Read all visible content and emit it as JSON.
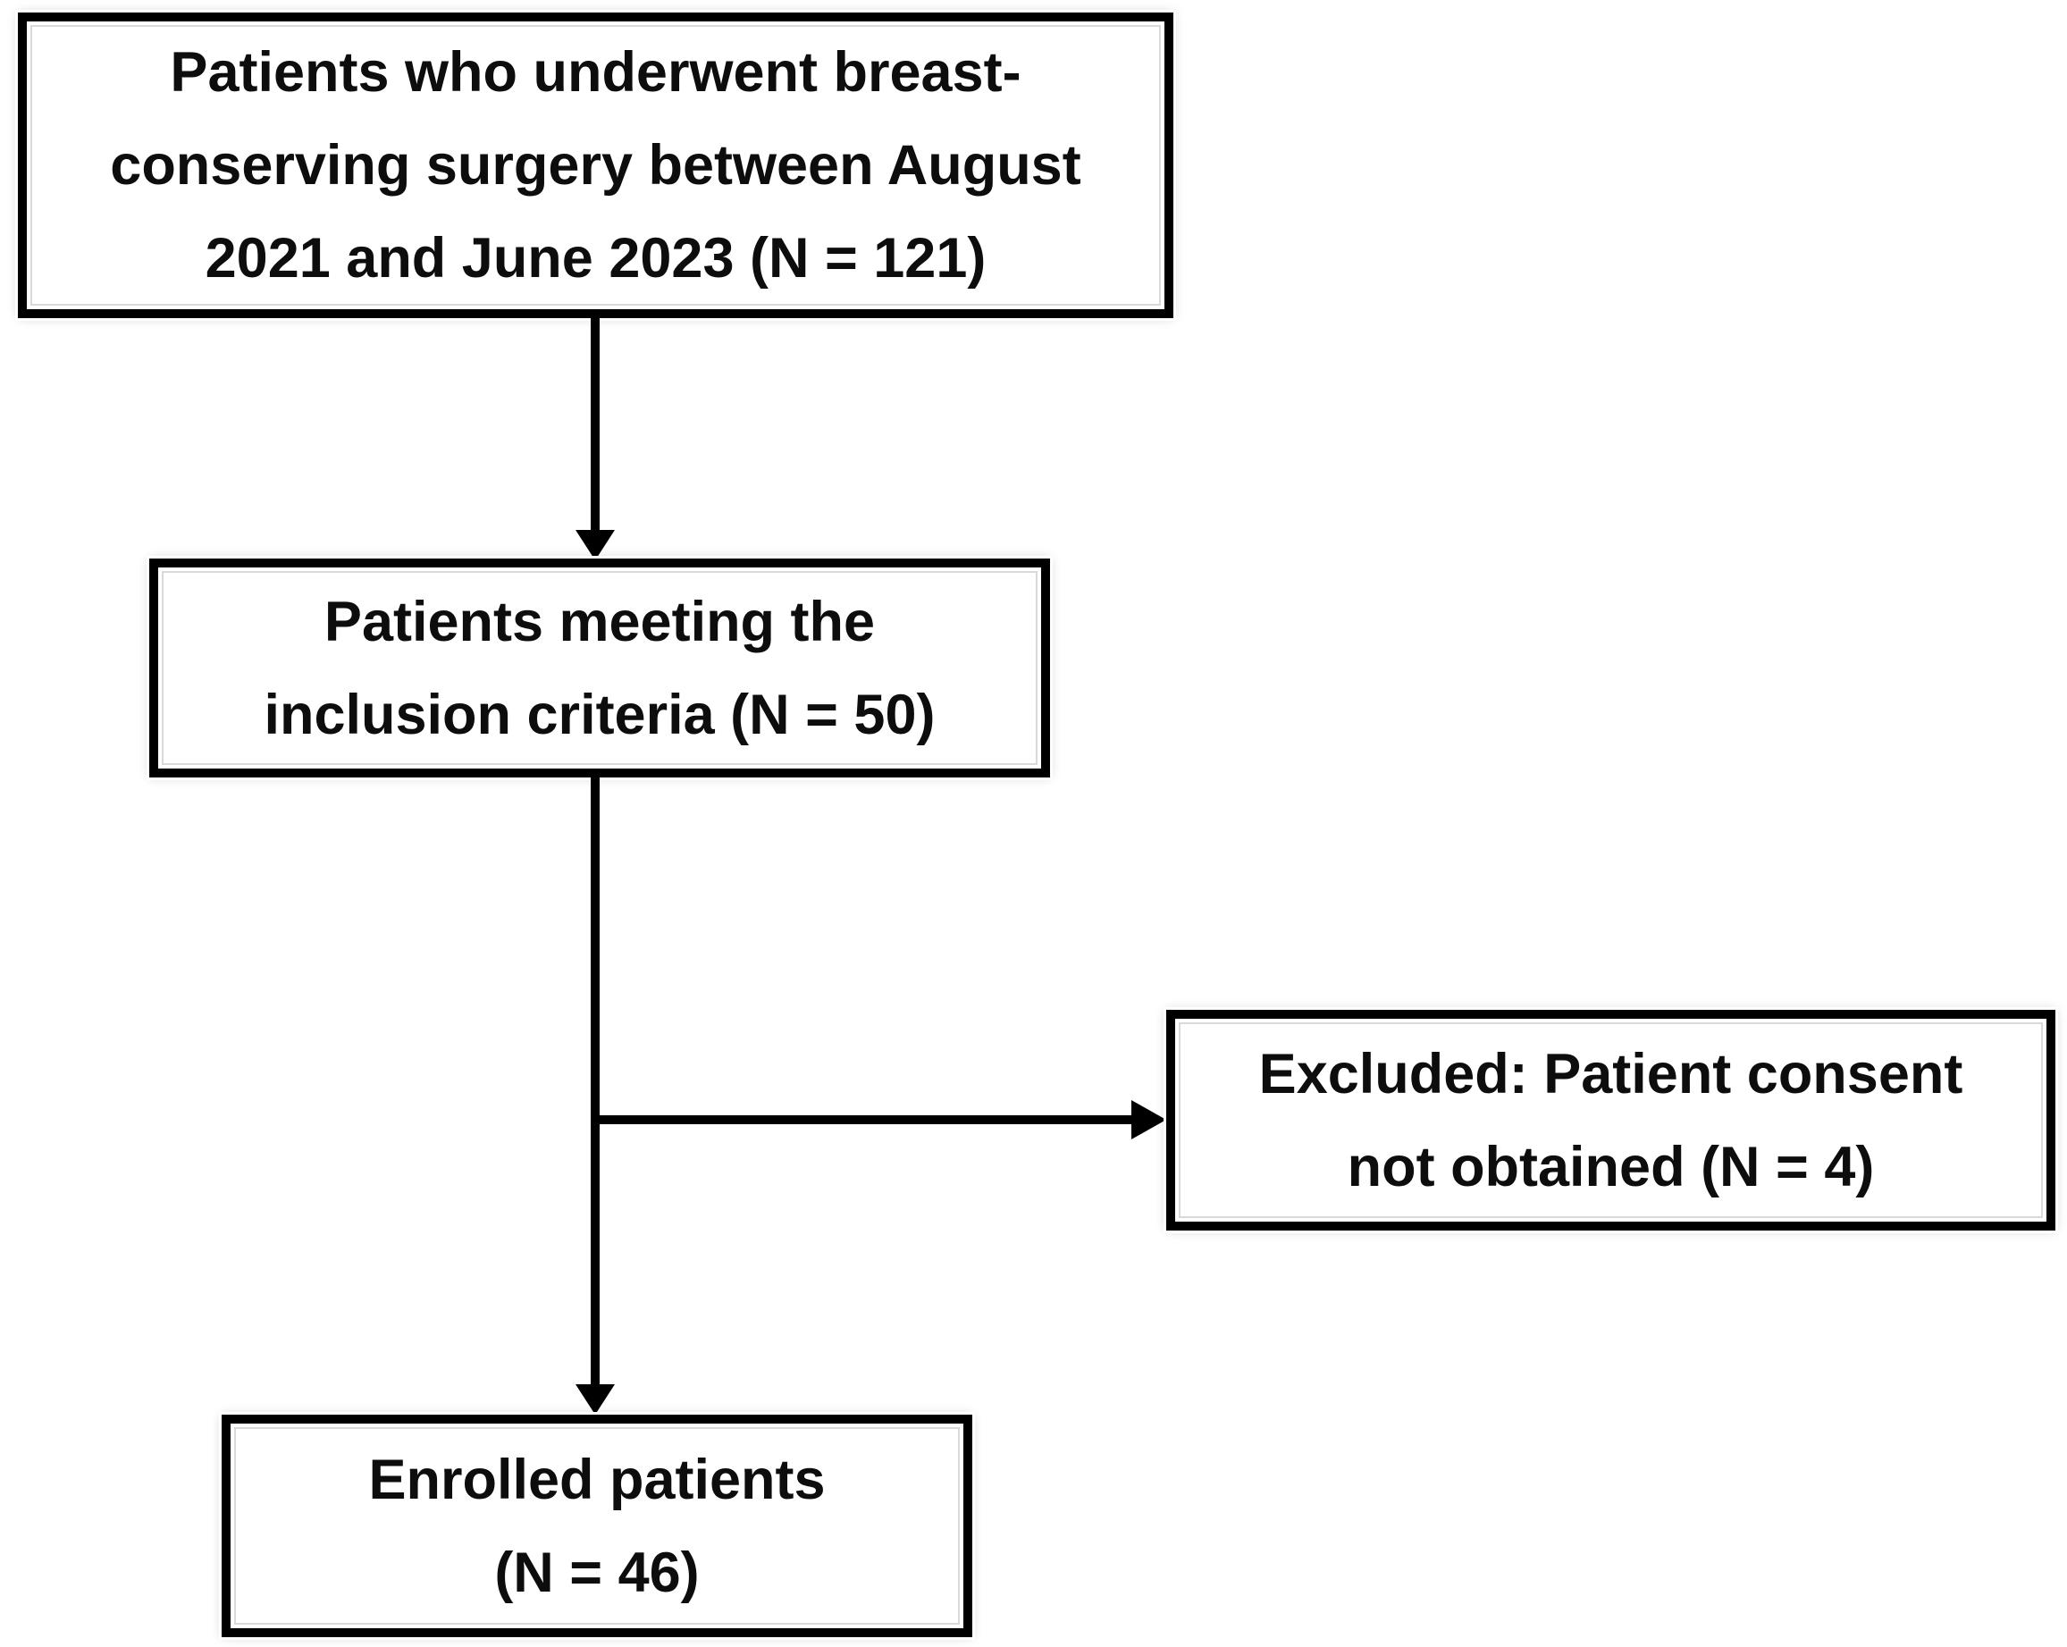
{
  "diagram": {
    "background_color": "#ffffff",
    "line_color": "#000000",
    "text_color": "#0d0d0d",
    "nodes": [
      {
        "id": "cohort",
        "n": 121,
        "lines": [
          "Patients who underwent breast-",
          "conserving surgery between August",
          "2021 and June 2023 (N = 121)"
        ]
      },
      {
        "id": "inclusion",
        "n": 50,
        "lines": [
          "Patients meeting the",
          "inclusion criteria (N = 50)"
        ]
      },
      {
        "id": "excluded",
        "n": 4,
        "lines": [
          "Excluded: Patient consent",
          "not obtained (N = 4)"
        ]
      },
      {
        "id": "enrolled",
        "n": 46,
        "lines": [
          "Enrolled patients",
          "(N = 46)"
        ]
      }
    ],
    "edges": [
      {
        "from": "cohort",
        "to": "inclusion"
      },
      {
        "from": "inclusion",
        "to": "excluded"
      },
      {
        "from": "inclusion",
        "to": "enrolled"
      }
    ]
  }
}
